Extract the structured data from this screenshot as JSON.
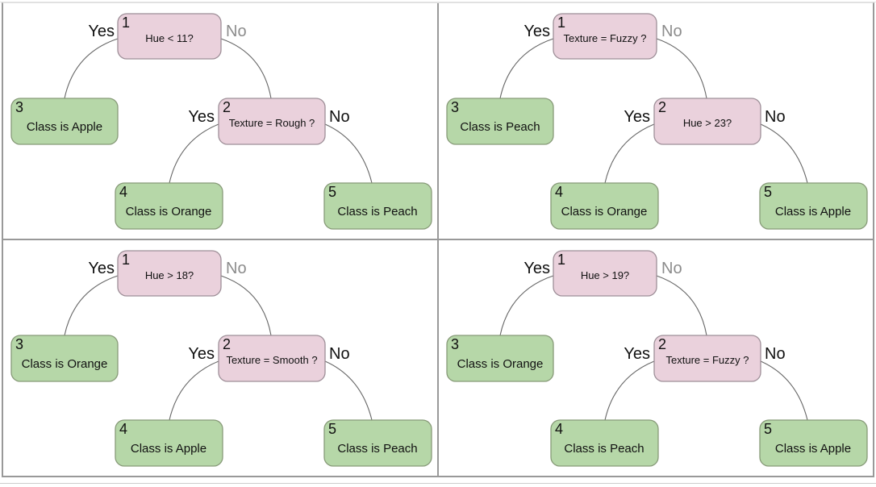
{
  "page": {
    "background": "#ffffff",
    "top_rule_color": "#e3e3e3",
    "bottom_rule_color": "#cccccc",
    "panel_border_color": "#999999"
  },
  "styles": {
    "decision_node_fill": "#ead1dc",
    "decision_node_border": "#9e8f98",
    "leaf_node_fill": "#b6d7a8",
    "leaf_node_border": "#879a78",
    "edge_color": "#666666",
    "text_color": "#111111",
    "muted_branch_label_color": "#8c8c8c"
  },
  "trees": [
    {
      "position": "top-left",
      "nodes": {
        "n1": {
          "num": "1",
          "label": "Hue < 11?"
        },
        "n2": {
          "num": "2",
          "label": "Texture = Rough ?"
        },
        "n3": {
          "num": "3",
          "label": "Class is Apple"
        },
        "n4": {
          "num": "4",
          "label": "Class is Orange"
        },
        "n5": {
          "num": "5",
          "label": "Class is Peach"
        }
      },
      "branches": {
        "n1_yes": "Yes",
        "n1_no": "No",
        "n2_yes": "Yes",
        "n2_no": "No"
      }
    },
    {
      "position": "top-right",
      "nodes": {
        "n1": {
          "num": "1",
          "label": "Texture = Fuzzy ?"
        },
        "n2": {
          "num": "2",
          "label": "Hue > 23?"
        },
        "n3": {
          "num": "3",
          "label": "Class is Peach"
        },
        "n4": {
          "num": "4",
          "label": "Class is Orange"
        },
        "n5": {
          "num": "5",
          "label": "Class is Apple"
        }
      },
      "branches": {
        "n1_yes": "Yes",
        "n1_no": "No",
        "n2_yes": "Yes",
        "n2_no": "No"
      }
    },
    {
      "position": "bottom-left",
      "nodes": {
        "n1": {
          "num": "1",
          "label": "Hue > 18?"
        },
        "n2": {
          "num": "2",
          "label": "Texture = Smooth ?"
        },
        "n3": {
          "num": "3",
          "label": "Class is Orange"
        },
        "n4": {
          "num": "4",
          "label": "Class is Apple"
        },
        "n5": {
          "num": "5",
          "label": "Class is Peach"
        }
      },
      "branches": {
        "n1_yes": "Yes",
        "n1_no": "No",
        "n2_yes": "Yes",
        "n2_no": "No"
      }
    },
    {
      "position": "bottom-right",
      "nodes": {
        "n1": {
          "num": "1",
          "label": "Hue > 19?"
        },
        "n2": {
          "num": "2",
          "label": "Texture = Fuzzy ?"
        },
        "n3": {
          "num": "3",
          "label": "Class is Orange"
        },
        "n4": {
          "num": "4",
          "label": "Class is Peach"
        },
        "n5": {
          "num": "5",
          "label": "Class is Apple"
        }
      },
      "branches": {
        "n1_yes": "Yes",
        "n1_no": "No",
        "n2_yes": "Yes",
        "n2_no": "No"
      }
    }
  ]
}
